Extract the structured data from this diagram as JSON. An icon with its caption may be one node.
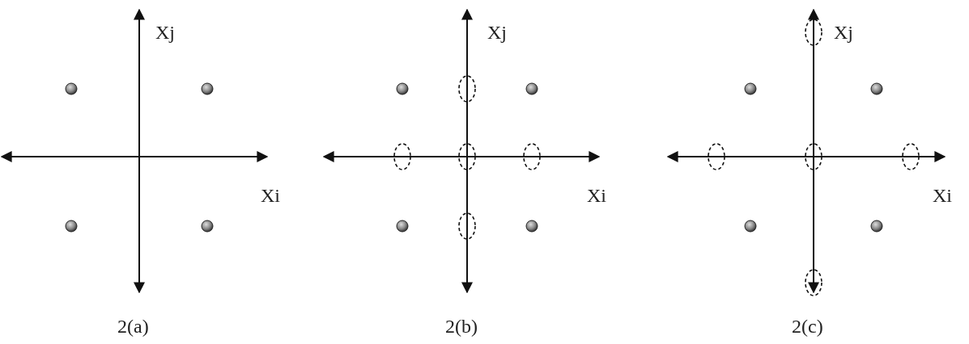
{
  "diagram": {
    "labels": [
      "Xj",
      "Xi",
      "2(a)",
      "Xj",
      "Xi",
      "2(b)",
      "Xj",
      "Xi",
      "2(c)"
    ]
  }
}
